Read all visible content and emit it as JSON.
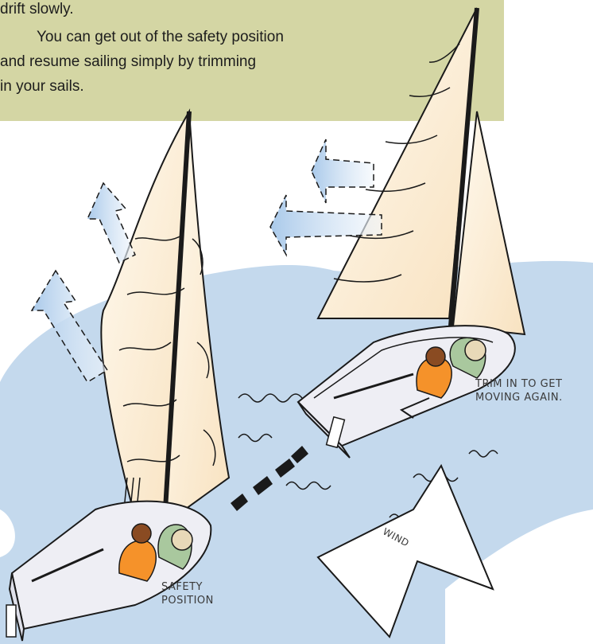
{
  "text_box": {
    "lines": [
      "drift slowly.",
      "You can get out of the safety position",
      "and resume sailing simply by trimming",
      "in your sails."
    ],
    "background": "#d4d6a4"
  },
  "labels": {
    "safety_line1": "SAFETY",
    "safety_line2": "POSITION",
    "trim_line1": "TRIM IN TO GET",
    "trim_line2": "MOVING AGAIN.",
    "wind": "WIND"
  },
  "colors": {
    "water": "#c4d9ed",
    "sail": "#fdf1de",
    "hull": "#eeeef4",
    "life_jacket": "#f5922a",
    "airflow": "#b8d3ec"
  }
}
